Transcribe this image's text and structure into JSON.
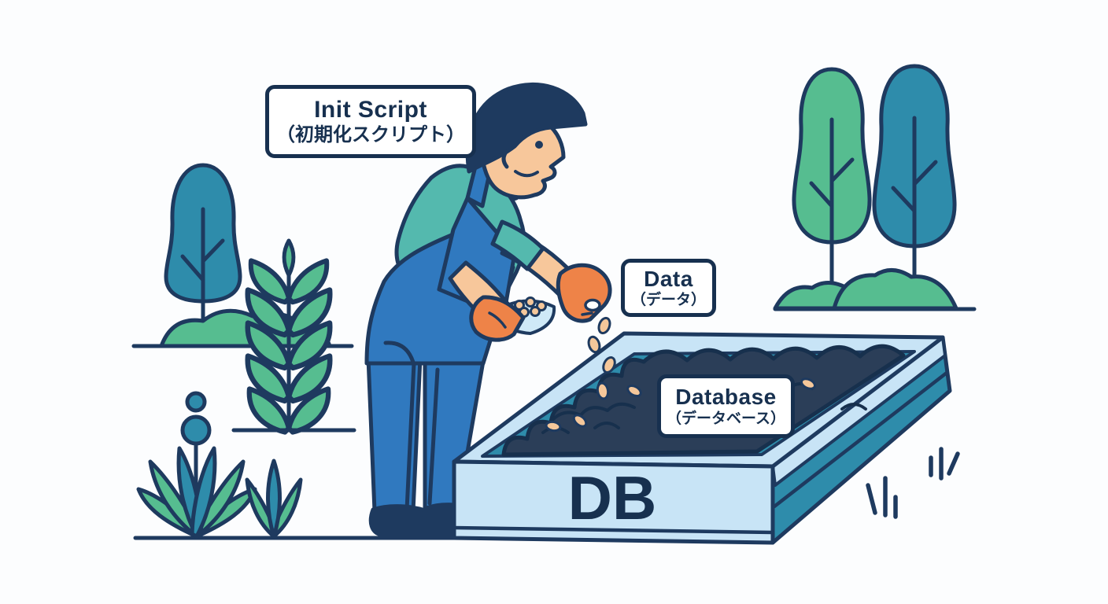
{
  "labels": {
    "init_script": {
      "title": "Init Script",
      "subtitle": "（初期化スクリプト）"
    },
    "data": {
      "title": "Data",
      "subtitle": "（データ）"
    },
    "database": {
      "title": "Database",
      "subtitle": "（データベース）"
    }
  },
  "bed": {
    "label": "DB"
  },
  "icons": {
    "gardener": "person-sowing-seeds-icon",
    "seed_bowl": "bowl-of-seeds-icon",
    "garden_bed": "raised-garden-bed-icon",
    "trees": "tree-icon",
    "plants": "plant-icon",
    "seeds": "seed-icon",
    "motion_ticks": "sprout-tick-marks-icon"
  },
  "colors": {
    "background": "#fcfdfe",
    "outline_navy": "#1e3a5f",
    "text_navy": "#17304f",
    "green": "#56bd90",
    "teal": "#2e8cab",
    "shirt_teal": "#54b9ae",
    "overalls_blue": "#3079bf",
    "glove_orange": "#ee8348",
    "skin_peach": "#f7c79b",
    "bed_light_blue": "#c8e4f6",
    "soil_navy": "#2b3e58",
    "seed_peach": "#f5c79a",
    "bowl_blue": "#cfe9f7"
  }
}
